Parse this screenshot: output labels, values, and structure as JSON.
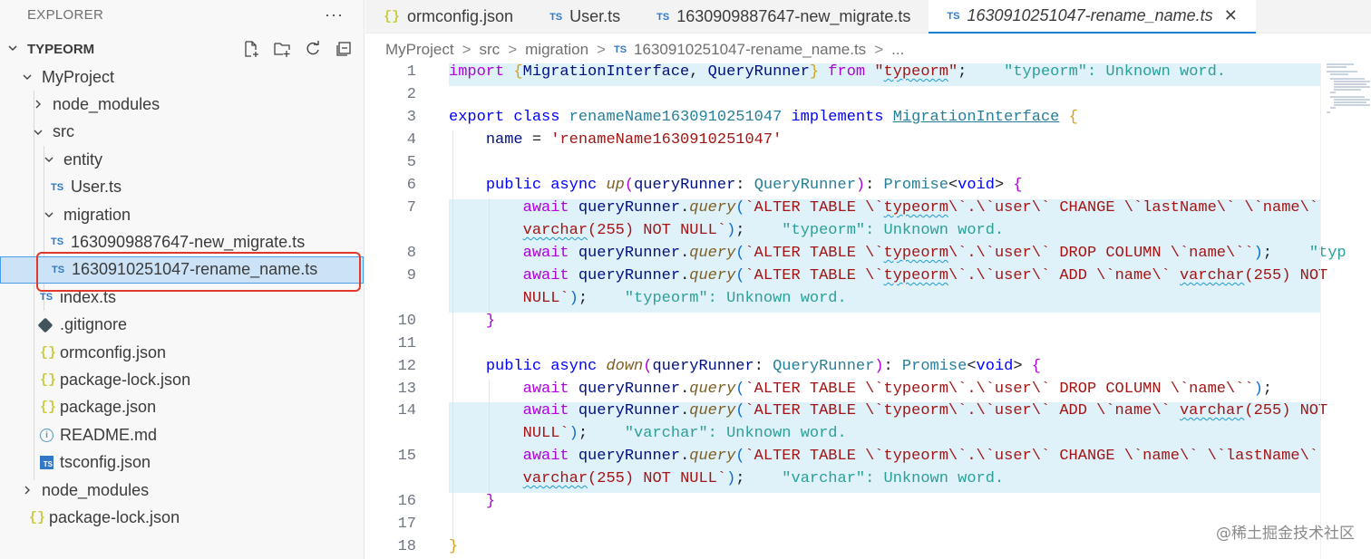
{
  "sidebar": {
    "explorer_title": "EXPLORER",
    "more_label": "···",
    "section_title": "TYPEORM",
    "tree": [
      {
        "label": "MyProject",
        "kind": "folder-open",
        "depth": 1
      },
      {
        "label": "node_modules",
        "kind": "folder",
        "depth": 2
      },
      {
        "label": "src",
        "kind": "folder-open",
        "depth": 2
      },
      {
        "label": "entity",
        "kind": "folder-open",
        "depth": 3
      },
      {
        "label": "User.ts",
        "kind": "ts",
        "depth": 3
      },
      {
        "label": "migration",
        "kind": "folder-open",
        "depth": 3
      },
      {
        "label": "1630909887647-new_migrate.ts",
        "kind": "ts",
        "depth": 3
      },
      {
        "label": "1630910251047-rename_name.ts",
        "kind": "ts",
        "depth": 3,
        "selected": true
      },
      {
        "label": "index.ts",
        "kind": "ts",
        "depth": 2
      },
      {
        "label": ".gitignore",
        "kind": "git",
        "depth": 2
      },
      {
        "label": "ormconfig.json",
        "kind": "json",
        "depth": 2
      },
      {
        "label": "package-lock.json",
        "kind": "json",
        "depth": 2
      },
      {
        "label": "package.json",
        "kind": "json",
        "depth": 2
      },
      {
        "label": "README.md",
        "kind": "info",
        "depth": 2
      },
      {
        "label": "tsconfig.json",
        "kind": "tsconfig",
        "depth": 2
      },
      {
        "label": "node_modules",
        "kind": "folder",
        "depth": 1
      },
      {
        "label": "package-lock.json",
        "kind": "json",
        "depth": 1
      }
    ]
  },
  "tabs": [
    {
      "label": "ormconfig.json",
      "icon": "{}"
    },
    {
      "label": "User.ts",
      "icon": "TS"
    },
    {
      "label": "1630909887647-new_migrate.ts",
      "icon": "TS"
    },
    {
      "label": "1630910251047-rename_name.ts",
      "icon": "TS",
      "active": true
    }
  ],
  "close_glyph": "✕",
  "breadcrumb": {
    "items": [
      "MyProject",
      "src",
      "migration"
    ],
    "file": "1630910251047-rename_name.ts",
    "trail": "...",
    "sep": ">",
    "file_icon": "TS"
  },
  "icons": {
    "ts": "TS",
    "json": "{}",
    "info": "i"
  },
  "editor": {
    "line_numbers": [
      "1",
      "2",
      "3",
      "4",
      "5",
      "6",
      "7",
      "8",
      "9",
      "10",
      "11",
      "12",
      "13",
      "14",
      "15",
      "16",
      "17",
      "18"
    ]
  },
  "watermark": "@稀土掘金技术社区",
  "colors": {
    "accent": "#1a7fd4",
    "selection": "#cce3f7",
    "highlight_box": "#e0392b",
    "diagnostic": "#2aa198"
  }
}
